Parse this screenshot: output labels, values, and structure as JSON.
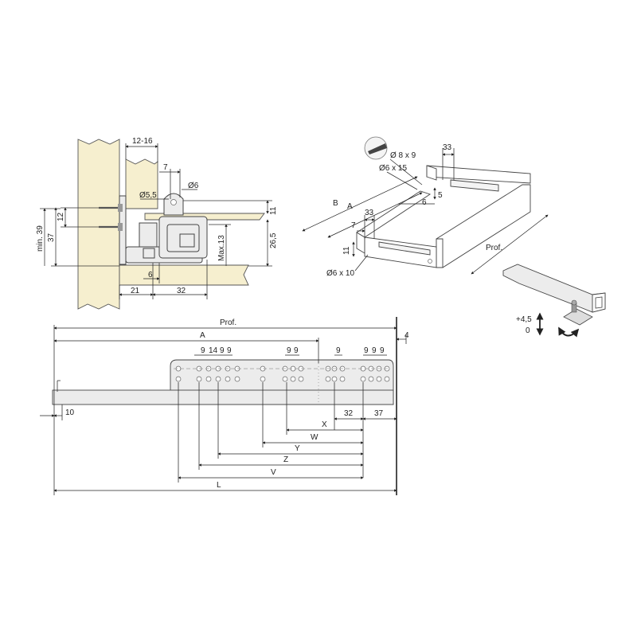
{
  "section_view": {
    "labels": {
      "w_12_16": "12-16",
      "d7": "7",
      "d_o55": "Ø5,5",
      "d_o6": "Ø6",
      "d11": "11",
      "d12": "12",
      "d37": "37",
      "d_min39": "min. 39",
      "d_max13": "Max.13",
      "d_265": "26,5",
      "d6": "6",
      "d21": "21",
      "d32": "32"
    }
  },
  "perspective_view": {
    "labels": {
      "d33_top": "33",
      "d_o8x9": "Ø 8 x 9",
      "d_o6x15": "Ø6 x 15",
      "d5": "5",
      "d6": "6",
      "B": "B",
      "A": "A",
      "d33": "33",
      "d7": "7",
      "d11": "11",
      "d_o6x10": "Ø6 x 10",
      "prof": "Prof."
    }
  },
  "adjust_view": {
    "labels": {
      "up": "+4,5",
      "zero": "0"
    }
  },
  "side_view": {
    "labels": {
      "prof": "Prof.",
      "d4": "4",
      "A": "A",
      "s9a": "9",
      "s14": "14",
      "s9b": "9",
      "s9c": "9",
      "s9d": "9",
      "s9e": "9",
      "s9f": "9",
      "s9g": "9",
      "s9h": "9",
      "s9i": "9",
      "d10": "10",
      "d32": "32",
      "d37": "37",
      "X": "X",
      "W": "W",
      "Y": "Y",
      "Z": "Z",
      "V": "V",
      "L": "L"
    }
  }
}
